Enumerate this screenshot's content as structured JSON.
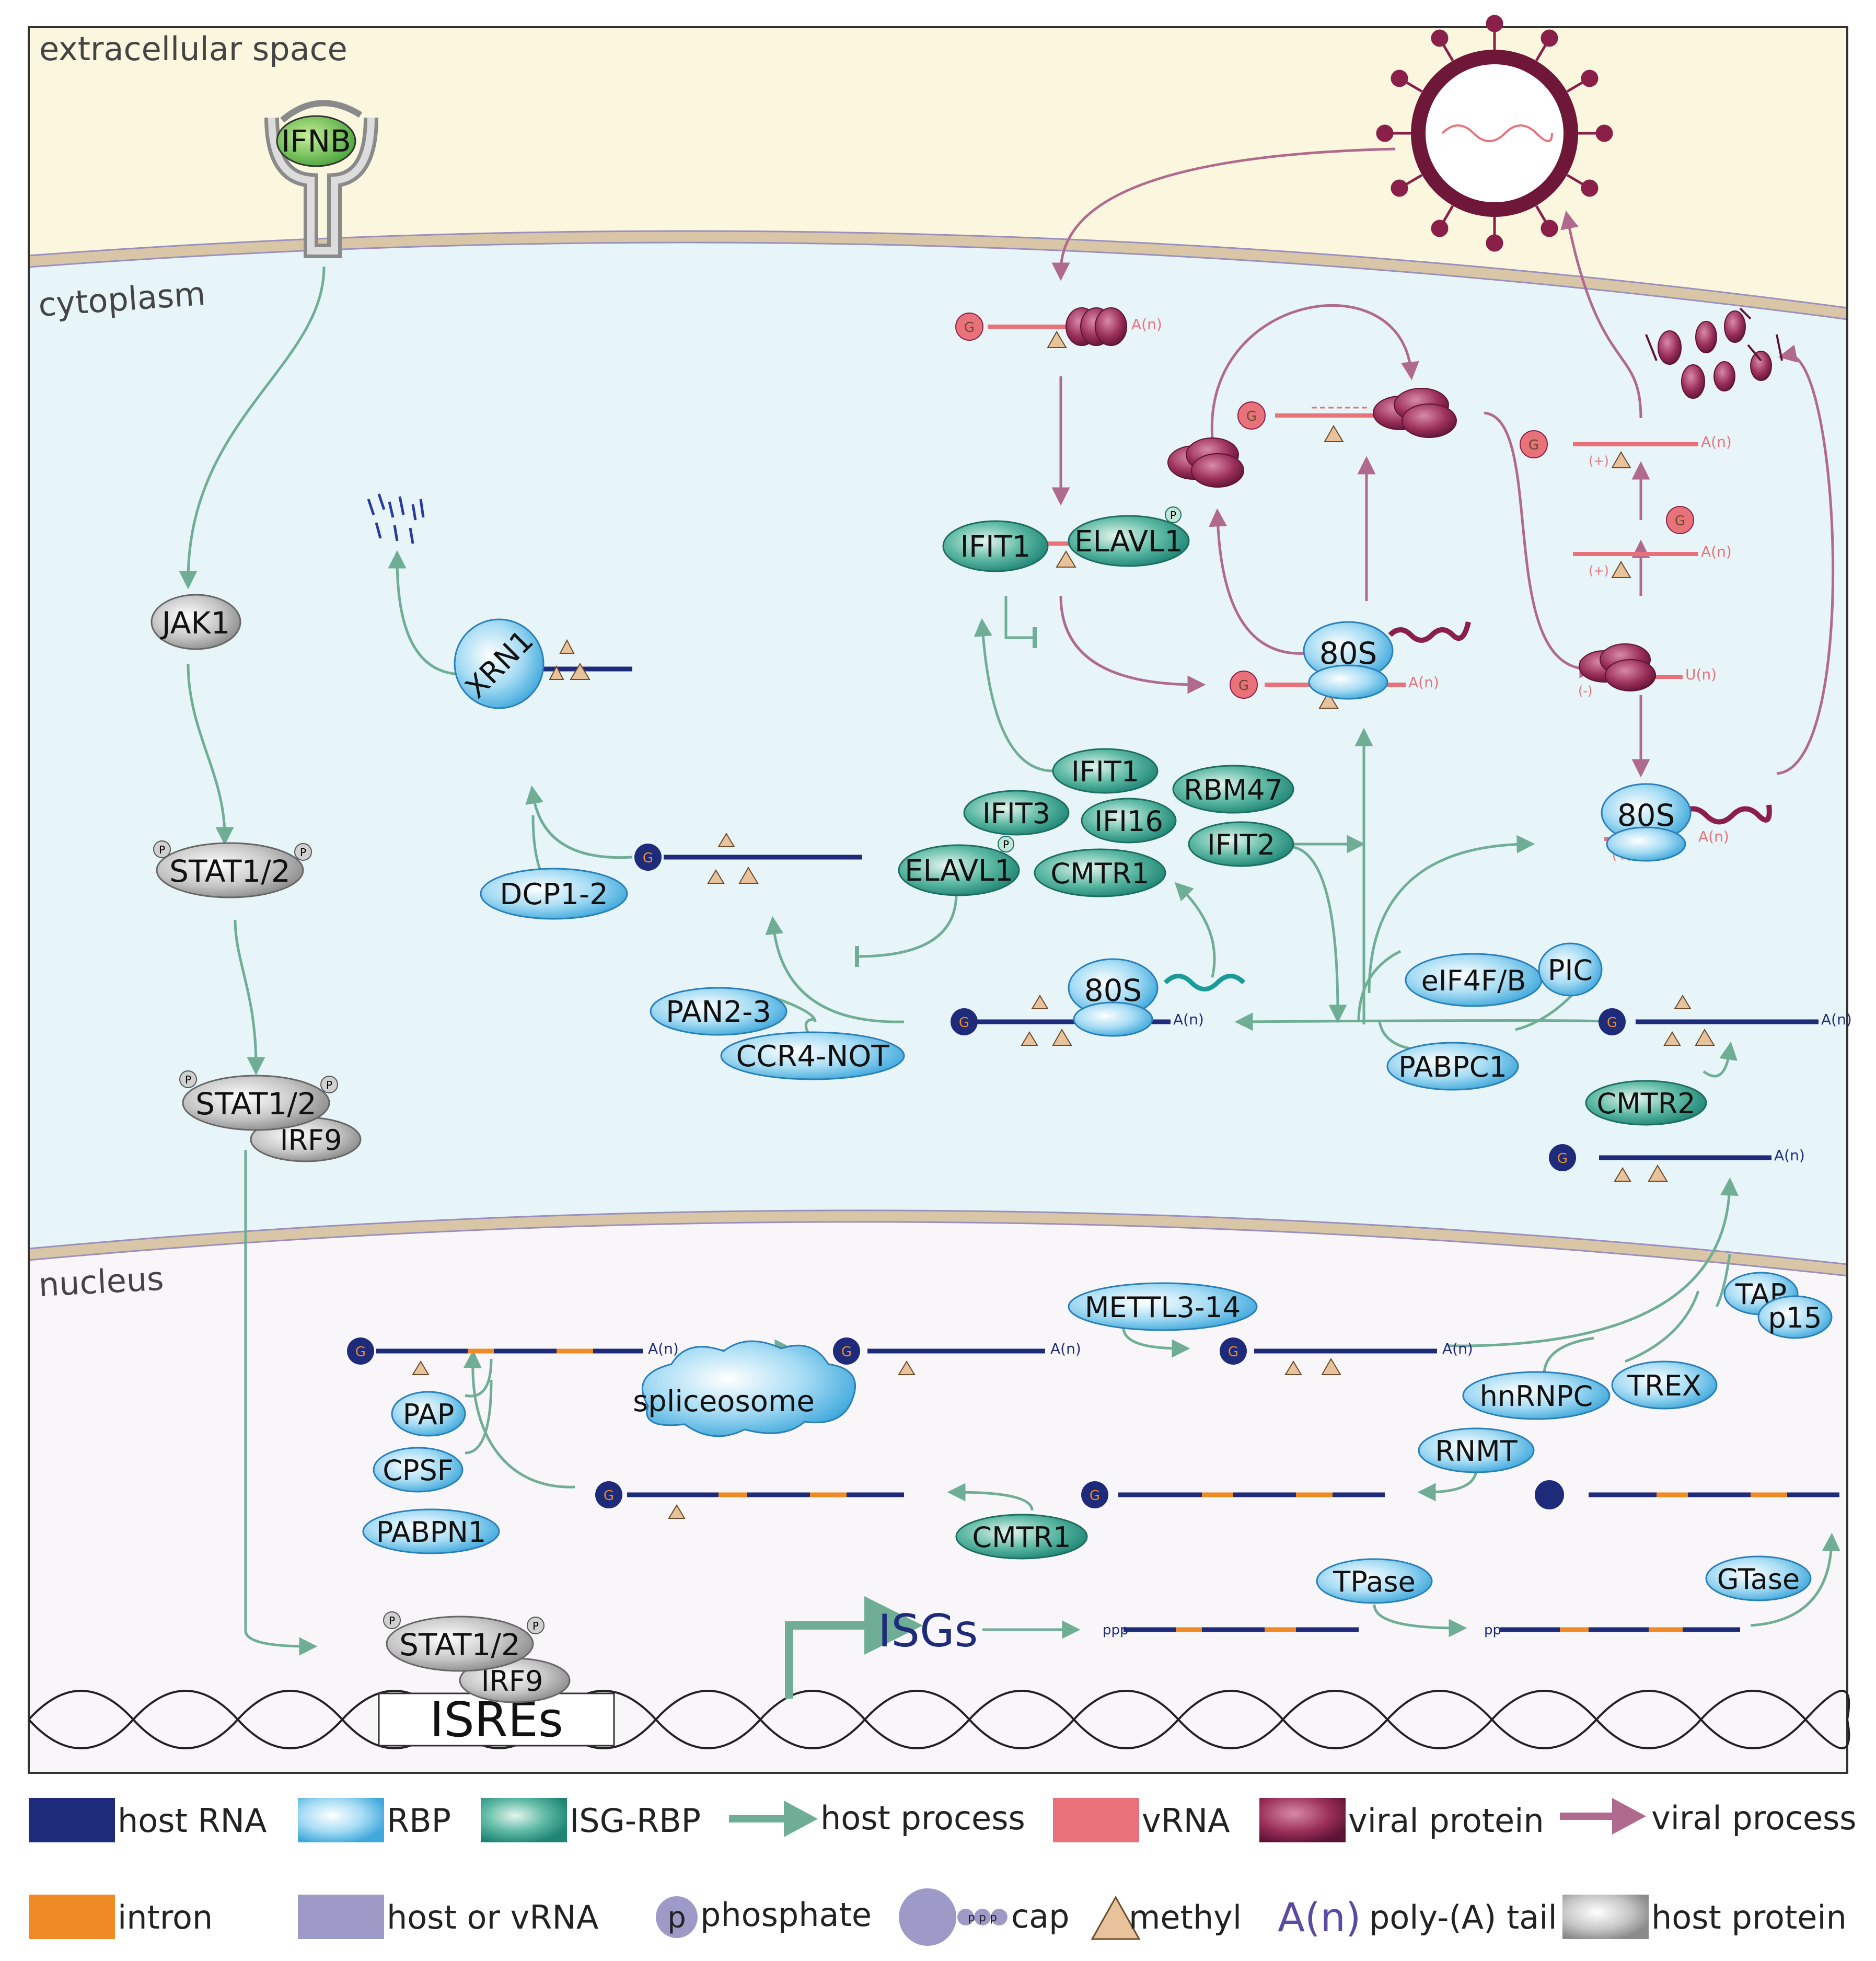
{
  "regions": {
    "extracellular": "extracellular space",
    "cytoplasm": "cytoplasm",
    "nucleus": "nucleus"
  },
  "colors": {
    "host_rna": "#1e2a7a",
    "vrna": "#e8717a",
    "rbp": "#5bb8e8",
    "isg_rbp": "#3aa090",
    "host_arrow": "#6fae95",
    "viral_arrow": "#b06a8e",
    "viral_protein": "#9a2f58",
    "intron": "#f08a24",
    "host_or_vrna": "#9e9ac8",
    "host_protein": "#b8b8b8",
    "methyl": "#e8c29a"
  },
  "labels": {
    "ifnb": "IFNB",
    "jak1": "JAK1",
    "stat12": "STAT1/2",
    "irf9": "IRF9",
    "xrn1": "XRN1",
    "dcp12": "DCP1-2",
    "pan23": "PAN2-3",
    "ccr4not": "CCR4-NOT",
    "ifit1": "IFIT1",
    "elavl1": "ELAVL1",
    "ifit3": "IFIT3",
    "ifi16": "IFI16",
    "rbm47": "RBM47",
    "ifit2": "IFIT2",
    "cmtr1": "CMTR1",
    "cmtr2": "CMTR2",
    "ribo80s": "80S",
    "eif4fb": "eIF4F/B",
    "pic": "PIC",
    "pabpc1": "PABPC1",
    "mettl314": "METTL3-14",
    "spliceosome": "spliceosome",
    "pap": "PAP",
    "cpsf": "CPSF",
    "pabpn1": "PABPN1",
    "hnrnpc": "hnRNPC",
    "trex": "TREX",
    "tap": "TAP",
    "p15": "p15",
    "rnmt": "RNMT",
    "tpase": "TPase",
    "gtase": "GTase",
    "isgs": "ISGs",
    "isres": "ISREs",
    "p": "P",
    "g": "G",
    "a": "A",
    "n": "N",
    "sub1": "1",
    "sub2": "2",
    "ppp": "ppp",
    "pp": "pp",
    "an": "A(n)",
    "un": "U(n)",
    "plus": "(+)",
    "minus": "(-)"
  },
  "legend": [
    {
      "key": "host-rna",
      "label": "host RNA"
    },
    {
      "key": "rbp",
      "label": "RBP"
    },
    {
      "key": "isg-rbp",
      "label": "ISG-RBP"
    },
    {
      "key": "host-process",
      "label": "host process"
    },
    {
      "key": "vrna",
      "label": "vRNA"
    },
    {
      "key": "viral-protein",
      "label": "viral protein"
    },
    {
      "key": "viral-process",
      "label": "viral process"
    },
    {
      "key": "intron",
      "label": "intron"
    },
    {
      "key": "host-or-vrna",
      "label": "host or vRNA"
    },
    {
      "key": "phosphate",
      "label": "phosphate",
      "symbol": "p"
    },
    {
      "key": "cap",
      "label": "cap",
      "symbol": "p p p"
    },
    {
      "key": "methyl",
      "label": "methyl"
    },
    {
      "key": "polya",
      "label": "poly-(A) tail",
      "symbol": "A(n)"
    },
    {
      "key": "host-protein",
      "label": "host protein"
    }
  ]
}
